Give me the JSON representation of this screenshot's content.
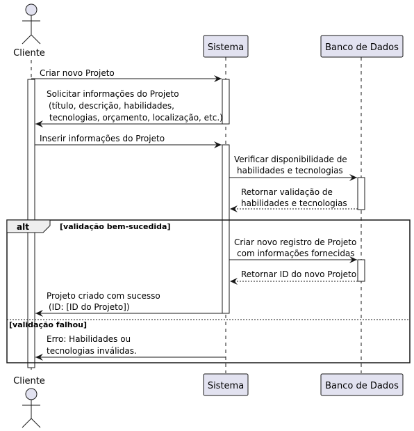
{
  "participants": {
    "client": "Cliente",
    "system": "Sistema",
    "database": "Banco de Dados"
  },
  "messages": {
    "m1": "Criar novo Projeto",
    "m2": [
      "Solicitar informações do Projeto",
      "(título, descrição, habilidades,",
      "tecnologias, orçamento, localização, etc.)"
    ],
    "m3": "Inserir informações do Projeto",
    "m4": [
      "Verificar disponibilidade de",
      "habilidades e tecnologias"
    ],
    "m5": [
      "Retornar validação de",
      "habilidades e tecnologias"
    ],
    "m6": [
      "Criar novo registro de Projeto",
      "com informações fornecidas"
    ],
    "m7": "Retornar ID do novo Projeto",
    "m8": [
      "Projeto criado com sucesso",
      "(ID: [ID do Projeto])"
    ],
    "m9": [
      "Erro: Habilidades ou",
      "tecnologias inválidas."
    ]
  },
  "alt": {
    "keyword": "alt",
    "guard1": "[validação bem-sucedida]",
    "guard2": "[validação falhou]"
  },
  "colors": {
    "participant_fill": "#E2E2F0",
    "participant_border": "#181818",
    "lifeline": "#181818",
    "activation_fill": "#FFFFFF"
  }
}
